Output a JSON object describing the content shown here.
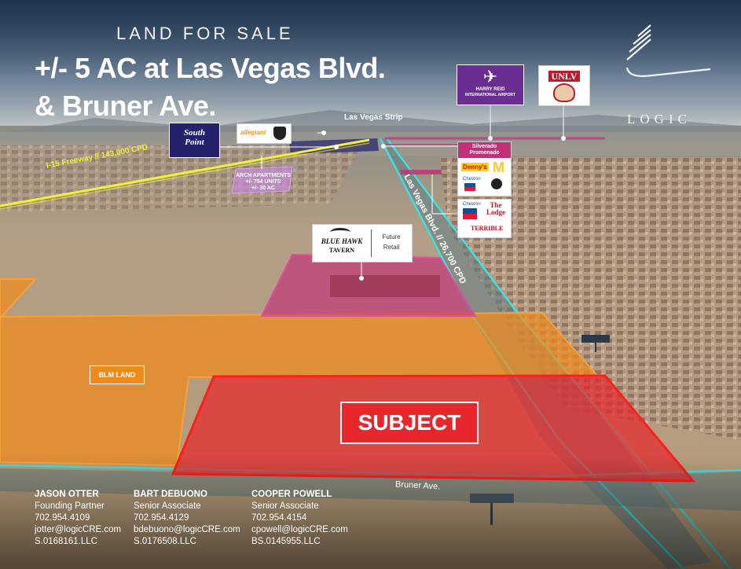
{
  "header": {
    "tagline": "LAND FOR SALE",
    "title_line1": "+/- 5 AC at Las Vegas Blvd.",
    "title_line2": "& Bruner Ave."
  },
  "brand": {
    "name": "LOGIC"
  },
  "map_labels": {
    "las_vegas_strip": "Las Vegas Strip",
    "freeway": "I-15 Freeway // 143,000 CPD",
    "arch_apartments": [
      "ARCH APARTMENTS",
      "+/- 754 UNITS",
      "+/- 30 AC"
    ],
    "las_vegas_blvd": "Las Vegas Blvd. // 26,700 CPD",
    "blm_land": "BLM LAND",
    "subject": "SUBJECT",
    "bruner_ave": "Bruner Ave.",
    "future_retail": [
      "Future",
      "Retail"
    ],
    "airport": [
      "HARRY REID",
      "INTERNATIONAL AIRPORT"
    ],
    "silverado": [
      "Silverado",
      "Promenade"
    ]
  },
  "logos": {
    "south_point": [
      "South",
      "Point"
    ],
    "allegiant": "allegiant",
    "blue_hawk": [
      "BLUE HAWK",
      "TAVERN"
    ],
    "unlv": "UNLV",
    "dennys": "Denny's",
    "chevron": "Chevron",
    "the_lodge": [
      "The",
      "Lodge"
    ],
    "terrible": "TERRIBLE"
  },
  "contacts": [
    {
      "name": "JASON OTTER",
      "title": "Founding Partner",
      "phone": "702.954.4109",
      "email": "jotter@logicCRE.com",
      "license": "S.0168161.LLC"
    },
    {
      "name": "BART DEBUONO",
      "title": "Senior Associate",
      "phone": "702.954.4129",
      "email": "bdebuono@logicCRE.com",
      "license": "S.0176508.LLC"
    },
    {
      "name": "COOPER POWELL",
      "title": "Senior Associate",
      "phone": "702.954.4154",
      "email": "cpowell@logicCRE.com",
      "license": "BS.0145955.LLC"
    }
  ],
  "colors": {
    "blm_orange": "#f08a1c",
    "subject_red": "#e8272d",
    "arch_purple": "#c58ad8",
    "blue_hawk_magenta": "#c2307a",
    "road_cyan": "#3fe0e0",
    "freeway_yellow": "#f1f03a",
    "airport_purple": "#6a2d91"
  }
}
